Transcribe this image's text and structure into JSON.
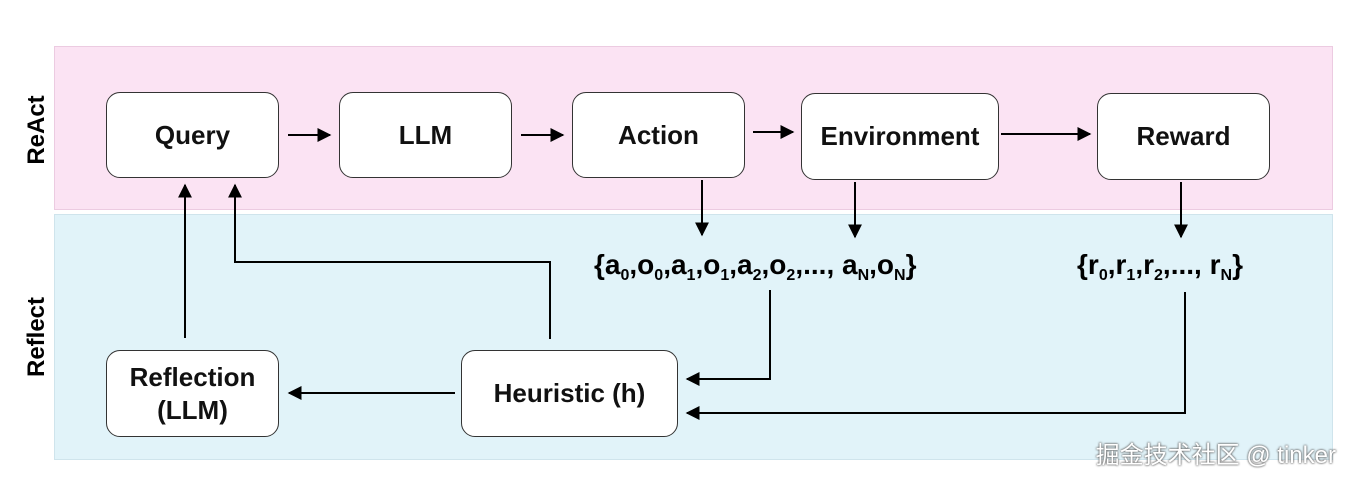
{
  "bands": {
    "react": {
      "label": "ReAct",
      "color": "#fbe3f3"
    },
    "reflect": {
      "label": "Reflect",
      "color": "#e1f3f9"
    }
  },
  "nodes": {
    "query": "Query",
    "llm": "LLM",
    "action": "Action",
    "environment": "Environment",
    "reward": "Reward",
    "heuristic": "Heuristic (h)",
    "reflection": "Reflection\n(LLM)"
  },
  "trajectory": {
    "open": "{",
    "close": "}",
    "items": [
      {
        "base": "a",
        "sub": "0"
      },
      {
        "base": "o",
        "sub": "0"
      },
      {
        "base": "a",
        "sub": "1"
      },
      {
        "base": "o",
        "sub": "1"
      },
      {
        "base": "a",
        "sub": "2"
      },
      {
        "base": "o",
        "sub": "2"
      },
      {
        "base": "...",
        "sub": ""
      },
      {
        "base": " a",
        "sub": "N"
      },
      {
        "base": "o",
        "sub": "N"
      }
    ]
  },
  "rewards": {
    "open": "{",
    "close": "}",
    "items": [
      {
        "base": "r",
        "sub": "0"
      },
      {
        "base": "r",
        "sub": "1"
      },
      {
        "base": "r",
        "sub": "2"
      },
      {
        "base": "...",
        "sub": ""
      },
      {
        "base": " r",
        "sub": "N"
      }
    ]
  },
  "watermark": "掘金技术社区 @ tinker"
}
